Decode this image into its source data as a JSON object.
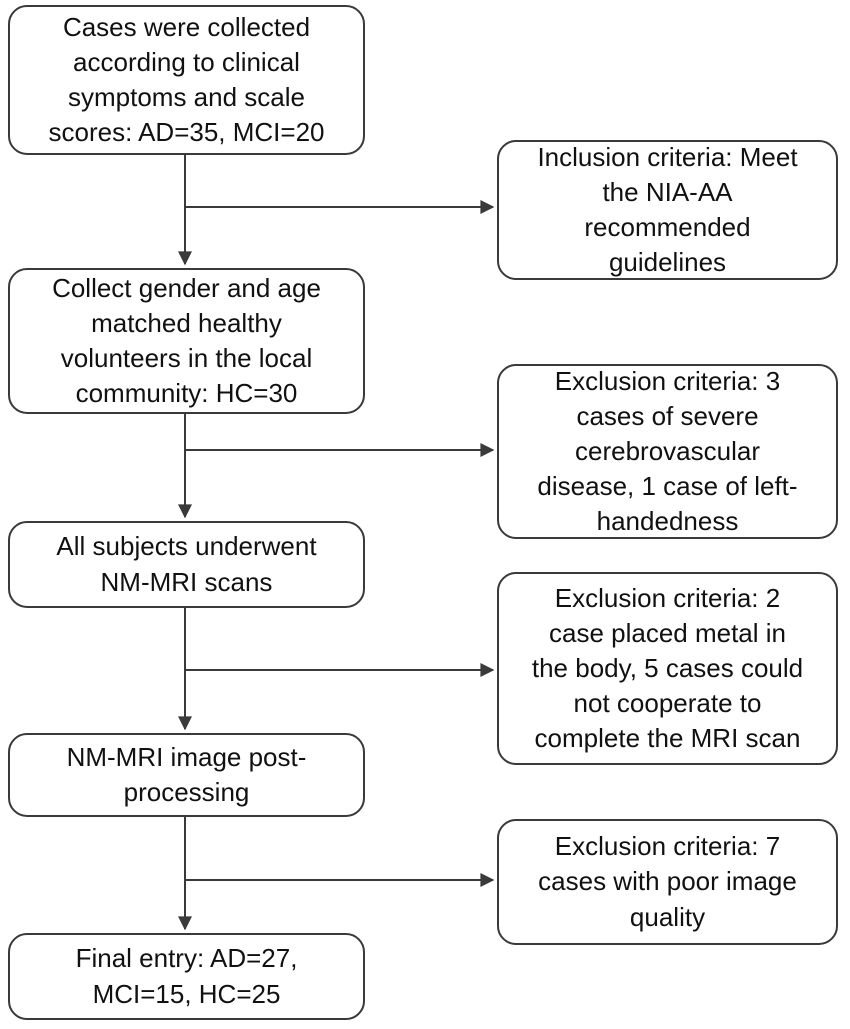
{
  "diagram": {
    "type": "flowchart",
    "colors": {
      "background": "#ffffff",
      "box_border": "#3a3a3a",
      "arrow": "#3a3a3a",
      "text": "#111111"
    },
    "nodes": [
      {
        "id": "collect-cases",
        "column": "left",
        "text": "Cases were collected\naccording to clinical\nsymptoms and scale\nscores: AD=35, MCI=20"
      },
      {
        "id": "inclusion-criteria-niaaa",
        "column": "right",
        "text": "Inclusion criteria: Meet\nthe NIA-AA\nrecommended\nguidelines"
      },
      {
        "id": "collect-healthy-volunteers",
        "column": "left",
        "text": "Collect gender and age\nmatched healthy\nvolunteers in the local\ncommunity: HC=30"
      },
      {
        "id": "exclusion-criteria-cerebrovascular",
        "column": "right",
        "text": "Exclusion criteria: 3\ncases of severe\ncerebrovascular\ndisease, 1 case of left-\nhandedness"
      },
      {
        "id": "nm-mri-scans",
        "column": "left",
        "text": "All subjects underwent\nNM-MRI scans"
      },
      {
        "id": "exclusion-criteria-metal-cooperation",
        "column": "right",
        "text": "Exclusion criteria: 2\ncase placed metal in\nthe body, 5 cases could\nnot cooperate to\ncomplete the MRI scan"
      },
      {
        "id": "nm-mri-post-processing",
        "column": "left",
        "text": "NM-MRI image post-\nprocessing"
      },
      {
        "id": "exclusion-criteria-image-quality",
        "column": "right",
        "text": "Exclusion criteria: 7\ncases with poor image\nquality"
      },
      {
        "id": "final-entry",
        "column": "left",
        "text": "Final entry: AD=27,\nMCI=15, HC=25"
      }
    ],
    "edges": [
      {
        "from": "collect-cases",
        "to": "inclusion-criteria-niaaa",
        "type": "branch-right"
      },
      {
        "from": "collect-cases",
        "to": "collect-healthy-volunteers",
        "type": "flow-down"
      },
      {
        "from": "collect-healthy-volunteers",
        "to": "exclusion-criteria-cerebrovascular",
        "type": "branch-right"
      },
      {
        "from": "collect-healthy-volunteers",
        "to": "nm-mri-scans",
        "type": "flow-down"
      },
      {
        "from": "nm-mri-scans",
        "to": "exclusion-criteria-metal-cooperation",
        "type": "branch-right"
      },
      {
        "from": "nm-mri-scans",
        "to": "nm-mri-post-processing",
        "type": "flow-down"
      },
      {
        "from": "nm-mri-post-processing",
        "to": "exclusion-criteria-image-quality",
        "type": "branch-right"
      },
      {
        "from": "nm-mri-post-processing",
        "to": "final-entry",
        "type": "flow-down"
      }
    ]
  }
}
